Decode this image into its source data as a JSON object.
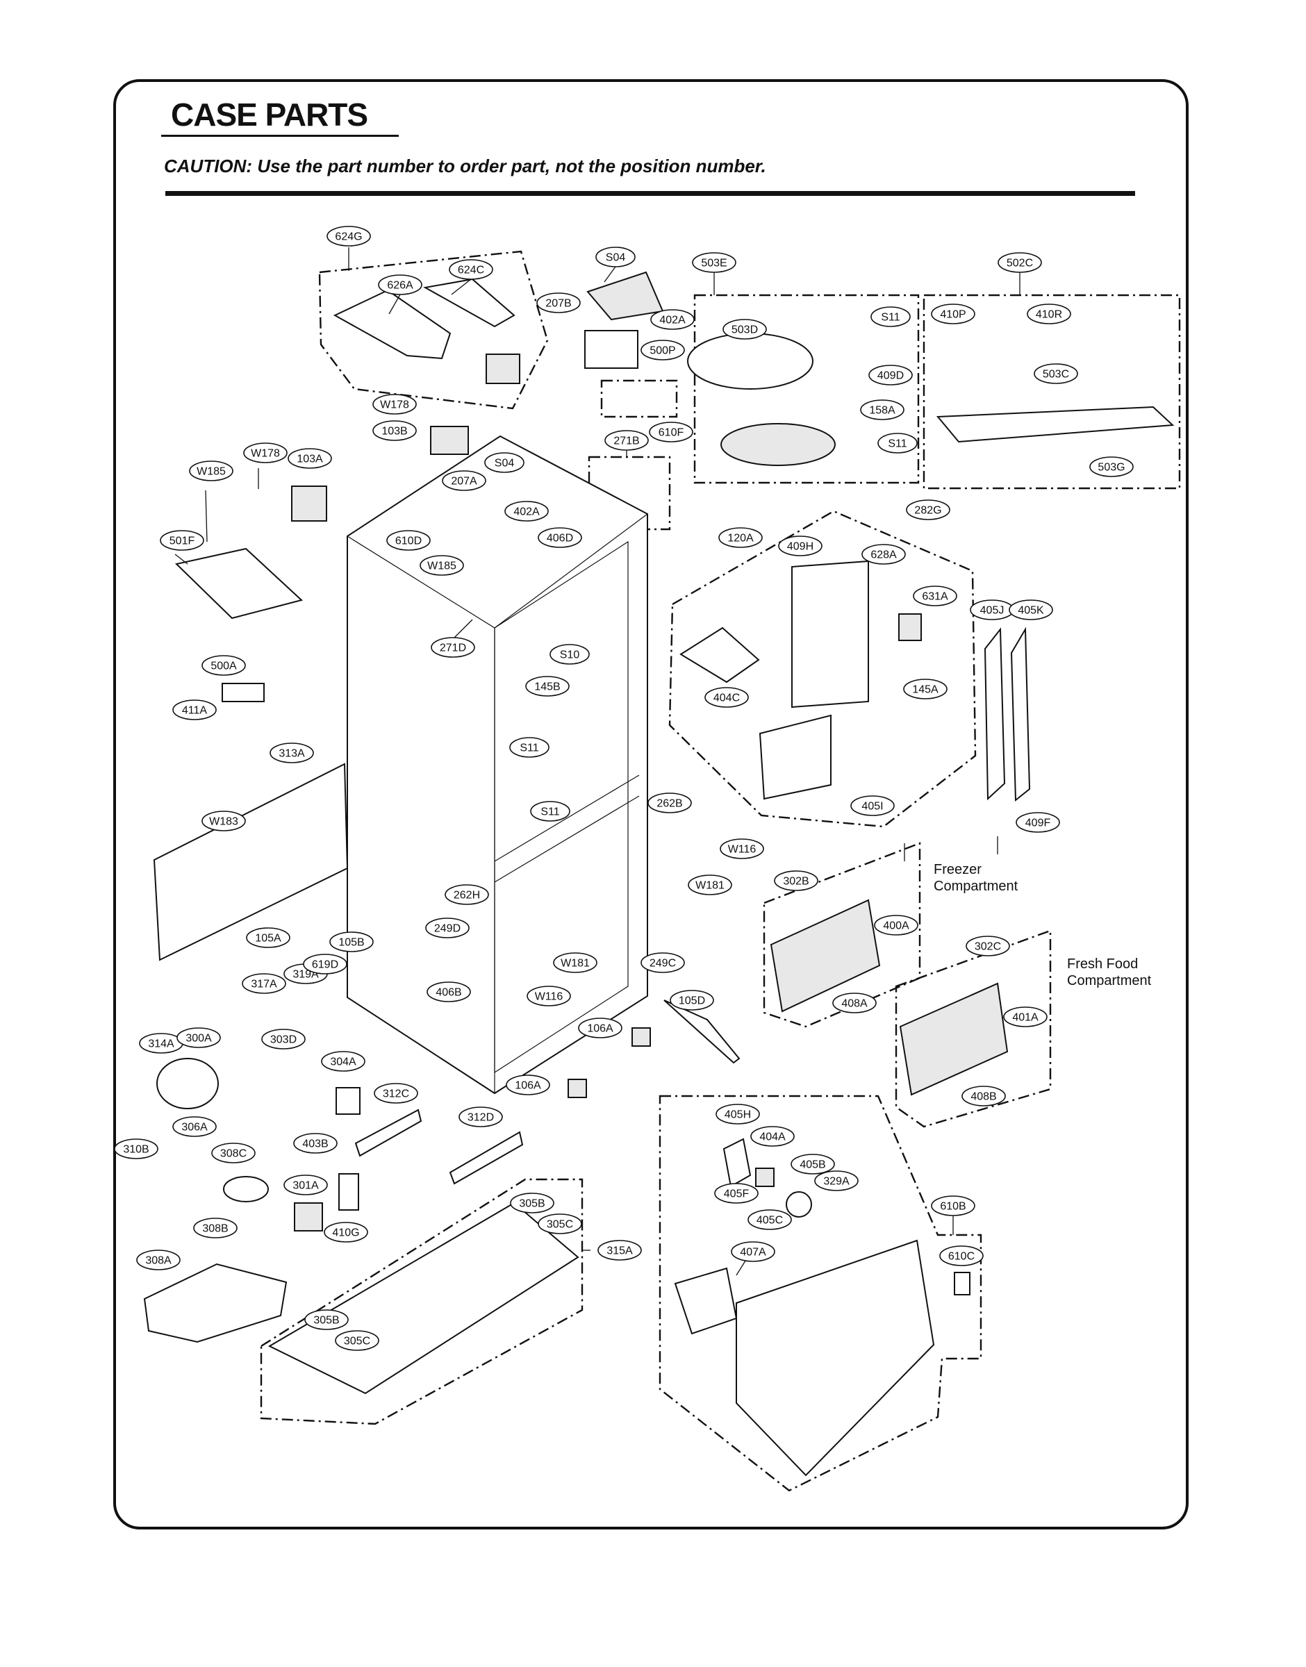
{
  "title": "CASE PARTS",
  "caution": "CAUTION: Use the part number to order part, not the position number.",
  "notes": {
    "freezer_line1": "Freezer",
    "freezer_line2": "Compartment",
    "fresh_line1": "Fresh Food",
    "fresh_line2": "Compartment"
  },
  "labels": [
    "624G",
    "626A",
    "624C",
    "S04",
    "207B",
    "402A",
    "500P",
    "503E",
    "503D",
    "S11",
    "409D",
    "158A",
    "S11",
    "502C",
    "410P",
    "410R",
    "503C",
    "503G",
    "W178",
    "103B",
    "610F",
    "271B",
    "W178",
    "103A",
    "W185",
    "207A",
    "S04",
    "402A",
    "501F",
    "610D",
    "W185",
    "406D",
    "271D",
    "S10",
    "145B",
    "500A",
    "411A",
    "313A",
    "S11",
    "W183",
    "S11",
    "262B",
    "W116",
    "W181",
    "120A",
    "409H",
    "628A",
    "282G",
    "631A",
    "405J",
    "405K",
    "404C",
    "145A",
    "405I",
    "409F",
    "302B",
    "400A",
    "302C",
    "401A",
    "408A",
    "408B",
    "262H",
    "249D",
    "W181",
    "249C",
    "105A",
    "105B",
    "319A",
    "619D",
    "317A",
    "406B",
    "W116",
    "105D",
    "106A",
    "314A",
    "300A",
    "303D",
    "304A",
    "106A",
    "312C",
    "312D",
    "306A",
    "310B",
    "308C",
    "403B",
    "405H",
    "404A",
    "405B",
    "329A",
    "405F",
    "405C",
    "301A",
    "410G",
    "305B",
    "305C",
    "315A",
    "308B",
    "407A",
    "610B",
    "610C",
    "308A",
    "305B",
    "305C"
  ]
}
